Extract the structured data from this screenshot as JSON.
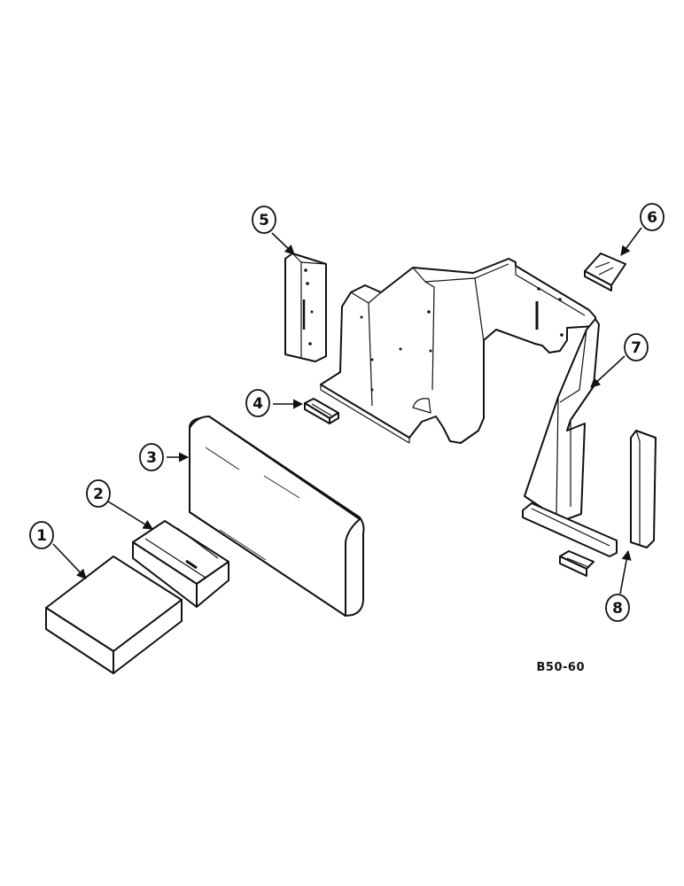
{
  "diagram": {
    "drawing_code": "B50-60",
    "callouts": [
      {
        "number": "1"
      },
      {
        "number": "2"
      },
      {
        "number": "3"
      },
      {
        "number": "4"
      },
      {
        "number": "5"
      },
      {
        "number": "6"
      },
      {
        "number": "7"
      },
      {
        "number": "8"
      }
    ]
  }
}
